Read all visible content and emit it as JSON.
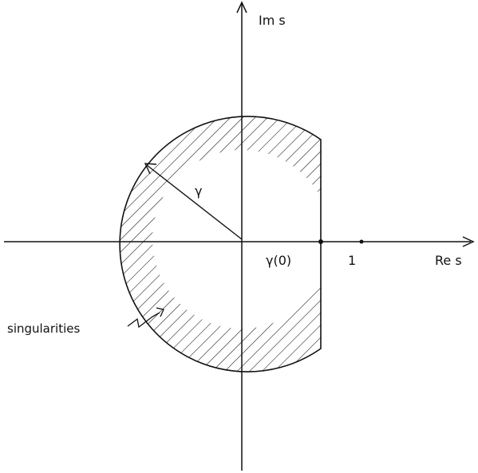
{
  "axes": {
    "x_label": "Re s",
    "y_label": "Im s"
  },
  "labels": {
    "radius": "γ",
    "gamma0": "γ(0)",
    "one": "1",
    "singularities": "singularities"
  },
  "colors": {
    "ink": "#111111",
    "background": "#ffffff"
  }
}
